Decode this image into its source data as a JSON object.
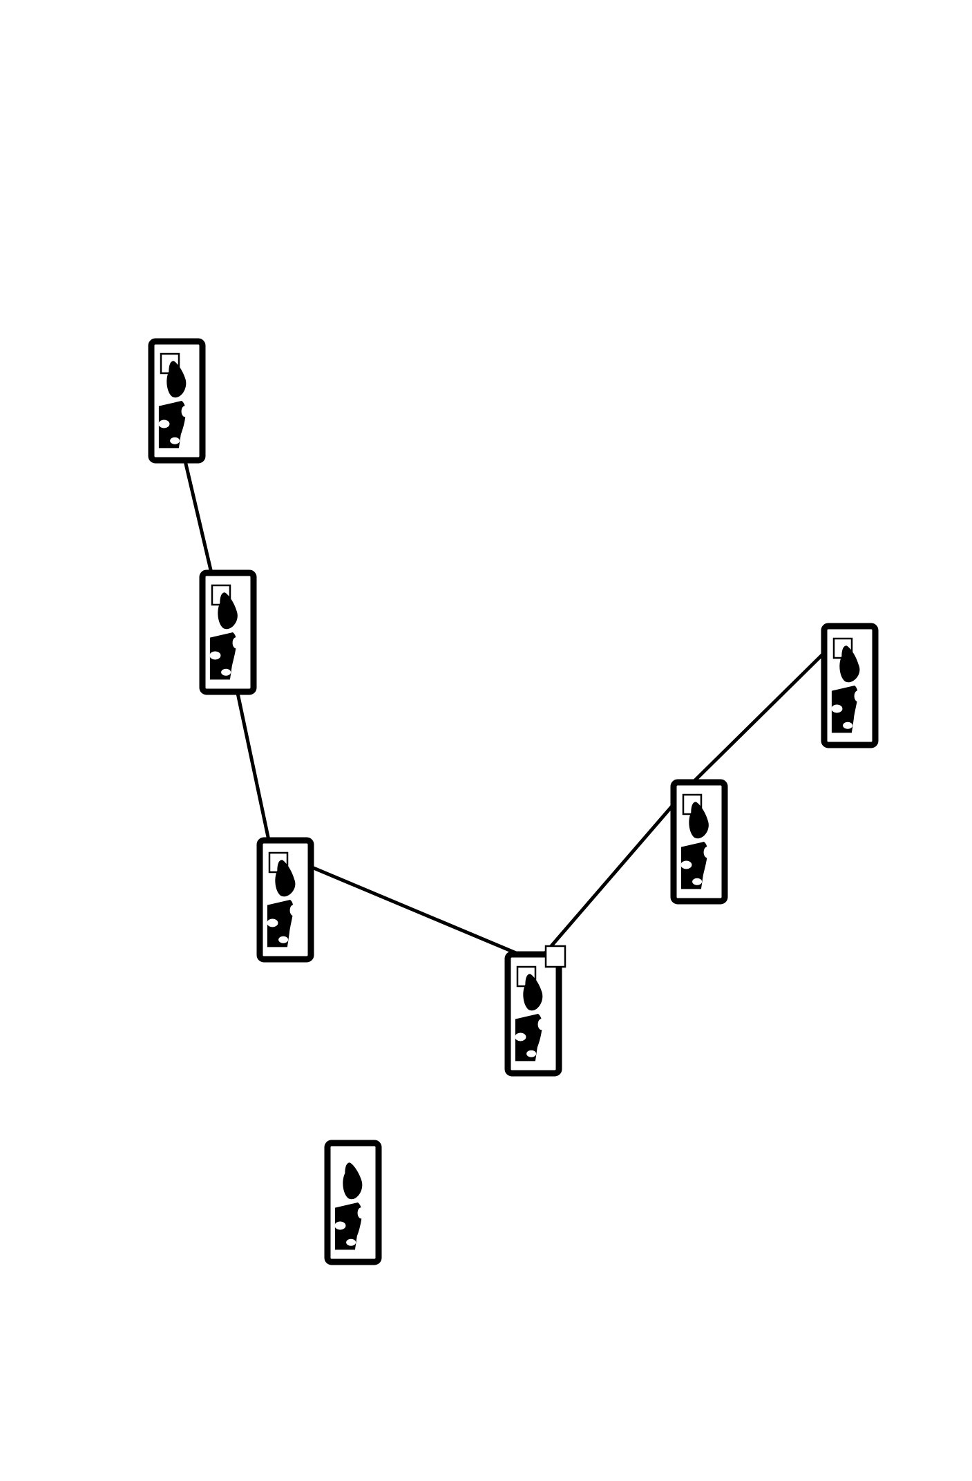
{
  "diagram": {
    "background_color": "#ffffff",
    "ink_color": "#000000",
    "node_count": 7,
    "connector_count": 5,
    "nodes": [
      {
        "id": "card-1",
        "icon": "card-thumbnail-icon",
        "has_marker": true,
        "in_path": true
      },
      {
        "id": "card-2",
        "icon": "card-thumbnail-icon",
        "has_marker": true,
        "in_path": true
      },
      {
        "id": "card-3",
        "icon": "card-thumbnail-icon",
        "has_marker": true,
        "in_path": true
      },
      {
        "id": "card-4",
        "icon": "card-thumbnail-icon",
        "has_marker": true,
        "in_path": true
      },
      {
        "id": "card-5",
        "icon": "card-thumbnail-icon",
        "has_marker": true,
        "in_path": true
      },
      {
        "id": "card-6",
        "icon": "card-thumbnail-icon",
        "has_marker": true,
        "in_path": true
      },
      {
        "id": "card-7",
        "icon": "card-thumbnail-icon",
        "has_marker": false,
        "in_path": false
      }
    ],
    "edges": [
      {
        "from": "card-1",
        "to": "card-2"
      },
      {
        "from": "card-2",
        "to": "card-3"
      },
      {
        "from": "card-3",
        "to": "card-4"
      },
      {
        "from": "card-4",
        "to": "card-5"
      },
      {
        "from": "card-5",
        "to": "card-6"
      }
    ]
  }
}
